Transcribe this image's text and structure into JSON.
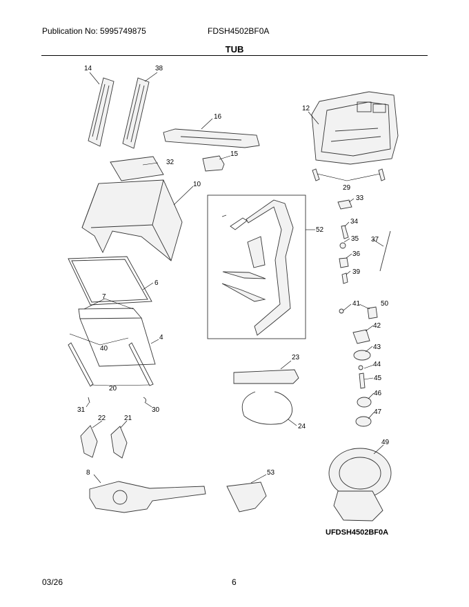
{
  "header": {
    "publication": "Publication No: 5995749875",
    "model": "FDSH4502BF0A"
  },
  "title": "TUB",
  "diagram_code": "UFDSH4502BF0A",
  "footer": {
    "date": "03/26",
    "page": "6"
  },
  "callouts": [
    "14",
    "38",
    "16",
    "12",
    "32",
    "15",
    "10",
    "29",
    "33",
    "34",
    "52",
    "35",
    "37",
    "36",
    "6",
    "39",
    "7",
    "41",
    "50",
    "42",
    "40",
    "4",
    "43",
    "23",
    "44",
    "45",
    "20",
    "46",
    "31",
    "30",
    "47",
    "22",
    "21",
    "24",
    "49",
    "8",
    "53"
  ]
}
